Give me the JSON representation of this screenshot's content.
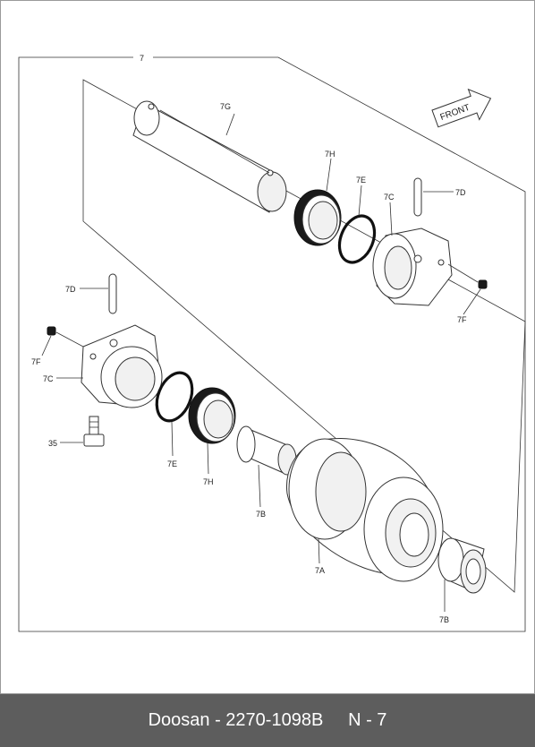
{
  "diagram": {
    "assembly_label": "7",
    "front_arrow_label": "FRONT",
    "callouts": {
      "7G": "7G",
      "7H_top": "7H",
      "7E_top": "7E",
      "7C_top": "7C",
      "7D_top": "7D",
      "7F_top": "7F",
      "7D_left": "7D",
      "7F_left": "7F",
      "7C_left": "7C",
      "35": "35",
      "7E_bottom": "7E",
      "7H_bottom": "7H",
      "7B_mid": "7B",
      "7A": "7A",
      "7B_right": "7B"
    }
  },
  "footer": {
    "brand": "Doosan",
    "separator1": " - ",
    "part_number": "2270-1098B",
    "gap": "     ",
    "page_code": "N - 7"
  }
}
